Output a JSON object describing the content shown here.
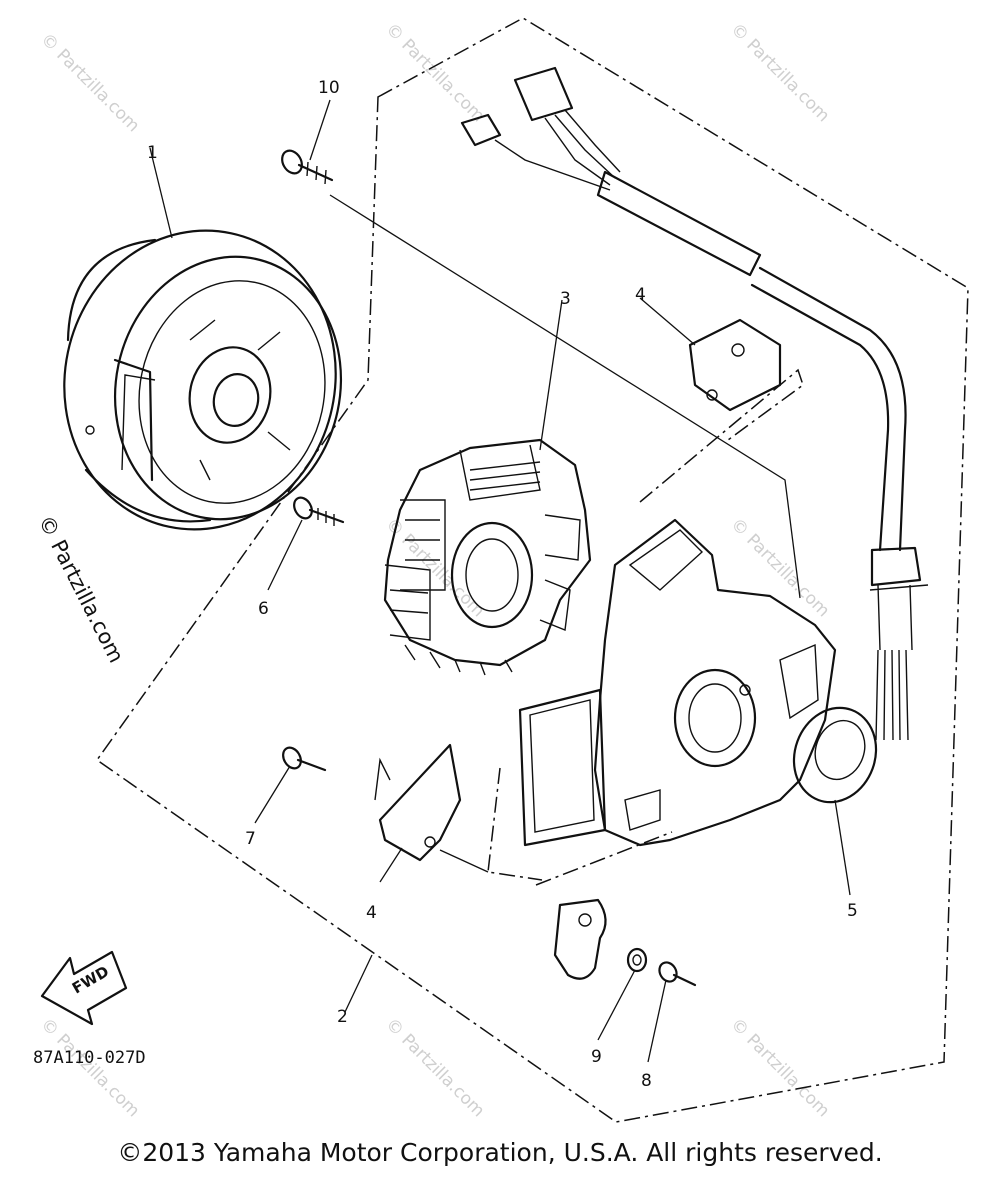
{
  "diagram": {
    "callouts": [
      {
        "id": "1",
        "label": "1"
      },
      {
        "id": "2",
        "label": "2"
      },
      {
        "id": "3",
        "label": "3"
      },
      {
        "id": "4a",
        "label": "4"
      },
      {
        "id": "4b",
        "label": "4"
      },
      {
        "id": "5",
        "label": "5"
      },
      {
        "id": "6",
        "label": "6"
      },
      {
        "id": "7",
        "label": "7"
      },
      {
        "id": "8",
        "label": "8"
      },
      {
        "id": "9",
        "label": "9"
      },
      {
        "id": "10",
        "label": "10"
      }
    ],
    "fwd_label": "FWD",
    "drawing_code": "87A110-027D",
    "watermark": "© Partzilla.com",
    "copyright": "©2013 Yamaha Motor Corporation, U.S.A. All rights reserved."
  }
}
